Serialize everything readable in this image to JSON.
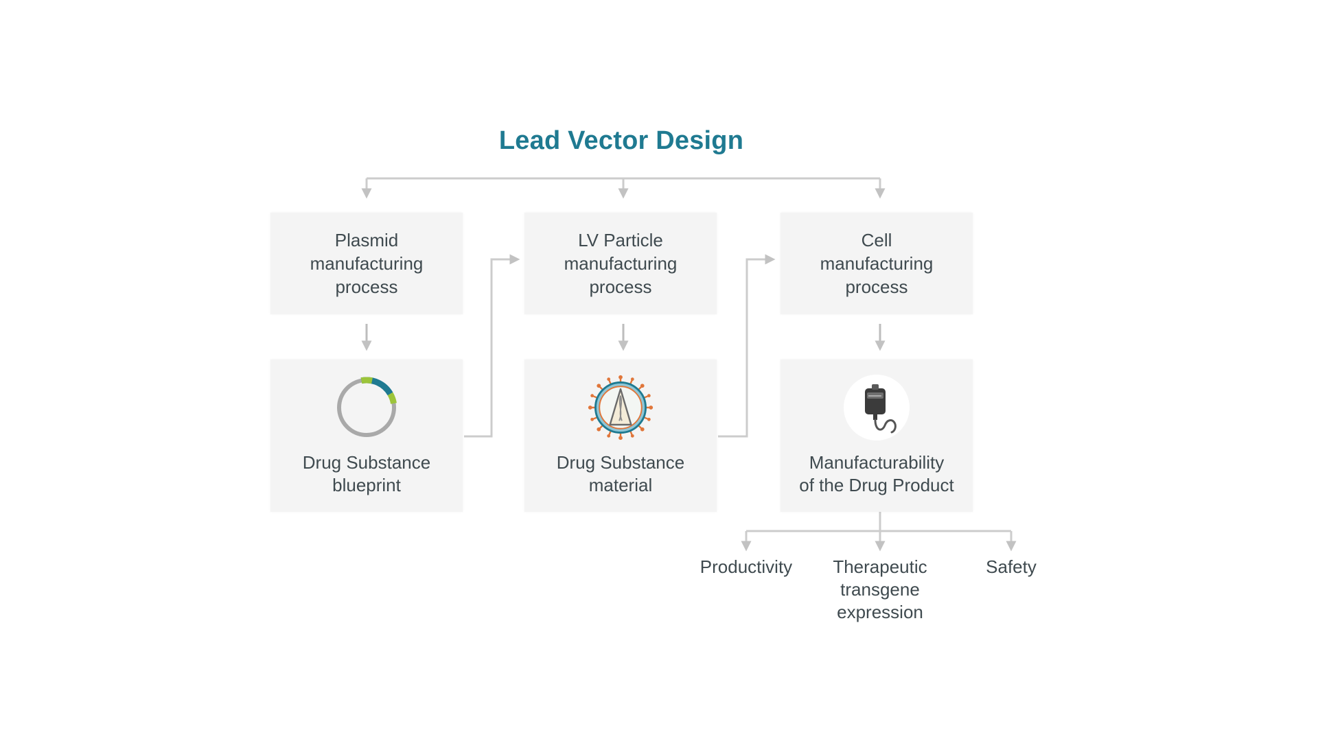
{
  "title": "Lead Vector Design",
  "colors": {
    "title": "#1f7a91",
    "box_background": "#f4f4f4",
    "connector": "#c8c8c8",
    "text": "#3f4a4f",
    "plasmid_teal": "#1f7a91",
    "plasmid_green": "#9cc43a",
    "virus_orange": "#e0763a",
    "virus_blue": "#1f7a91"
  },
  "processes": [
    {
      "label": "Plasmid\nmanufacturing\nprocess"
    },
    {
      "label": "LV Particle\nmanufacturing\nprocess"
    },
    {
      "label": "Cell\nmanufacturing\nprocess"
    }
  ],
  "outcomes": [
    {
      "label": "Drug Substance\nblueprint",
      "icon": "plasmid-icon"
    },
    {
      "label": "Drug Substance\nmaterial",
      "icon": "lentivirus-particle-icon"
    },
    {
      "label": "Manufacturability\nof the Drug Product",
      "icon": "iv-bag-icon"
    }
  ],
  "attributes": [
    {
      "label": "Productivity"
    },
    {
      "label": "Therapeutic\ntransgene\nexpression"
    },
    {
      "label": "Safety"
    }
  ]
}
